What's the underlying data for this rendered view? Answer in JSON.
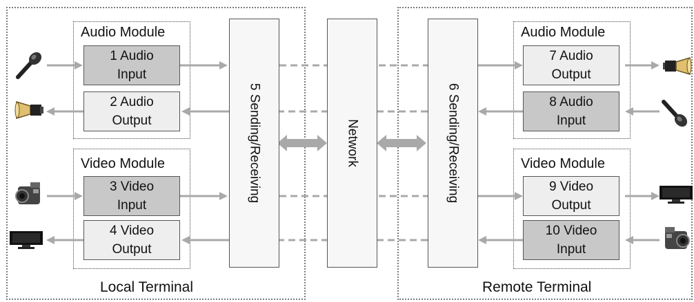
{
  "local_terminal": {
    "caption": "Local Terminal",
    "audio_module": {
      "title": "Audio Module",
      "box1": {
        "line1": "1 Audio",
        "line2": "Input"
      },
      "box2": {
        "line1": "2 Audio",
        "line2": "Output"
      }
    },
    "video_module": {
      "title": "Video Module",
      "box3": {
        "line1": "3 Video",
        "line2": "Input"
      },
      "box4": {
        "line1": "4 Video",
        "line2": "Output"
      }
    },
    "sending_receiving": "5 Sending/Receiving"
  },
  "network": {
    "label": "Network"
  },
  "remote_terminal": {
    "caption": "Remote Terminal",
    "sending_receiving": "6 Sending/Receiving",
    "audio_module": {
      "title": "Audio Module",
      "box7": {
        "line1": "7 Audio",
        "line2": "Output"
      },
      "box8": {
        "line1": "8 Audio",
        "line2": "Input"
      }
    },
    "video_module": {
      "title": "Video Module",
      "box9": {
        "line1": "9 Video",
        "line2": "Output"
      },
      "box10": {
        "line1": "10 Video",
        "line2": "Input"
      }
    }
  },
  "icons": {
    "local_mic": "microphone-icon",
    "local_speaker": "speaker-icon",
    "local_camera": "video-camera-icon",
    "local_monitor": "monitor-icon",
    "remote_speaker": "speaker-icon",
    "remote_mic": "microphone-icon",
    "remote_monitor": "monitor-icon",
    "remote_camera": "video-camera-icon"
  },
  "colors": {
    "input_box": "#c8c8c8",
    "output_box": "#eeeeee",
    "connector": "#a9a9a9"
  }
}
